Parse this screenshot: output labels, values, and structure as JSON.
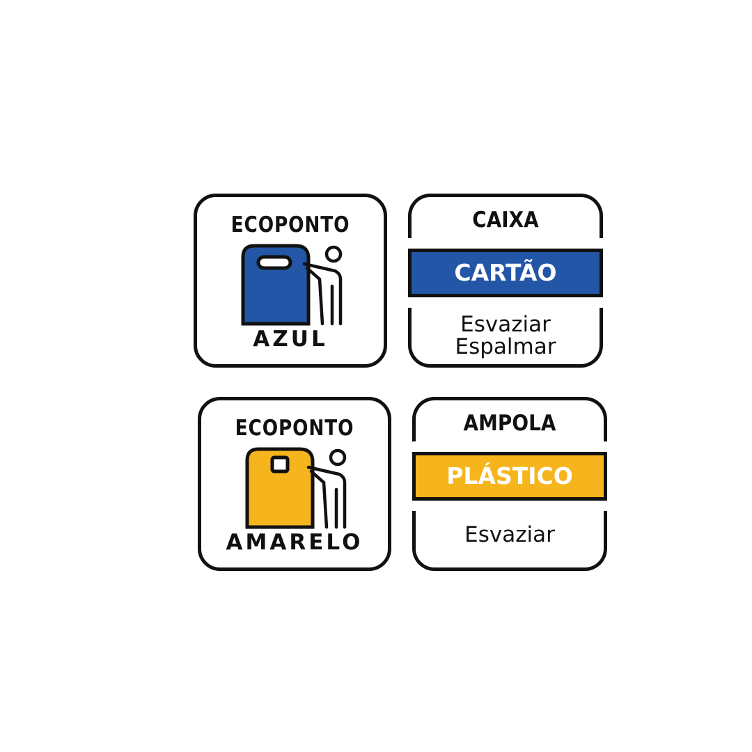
{
  "colors": {
    "blue": "#2356a6",
    "yellow": "#f7b51d",
    "ink": "#111111"
  },
  "cards": [
    {
      "title": "ECOPONTO",
      "color_name": "AZUL",
      "icon": "blue-recycling-bin-icon"
    },
    {
      "title": "ECOPONTO",
      "color_name": "AMARELO",
      "icon": "yellow-recycling-bin-icon"
    }
  ],
  "items": [
    {
      "object": "CAIXA",
      "material": "CARTÃO",
      "instructions": [
        "Esvaziar",
        "Espalmar"
      ]
    },
    {
      "object": "AMPOLA",
      "material": "PLÁSTICO",
      "instructions": [
        "Esvaziar"
      ]
    }
  ]
}
